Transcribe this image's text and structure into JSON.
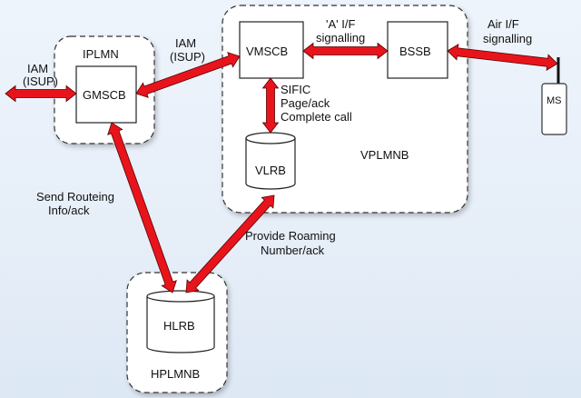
{
  "diagram": {
    "regions": {
      "iplmn": "IPLMN",
      "vplmn": "VPLMNB",
      "hplmn": "HPLMNB"
    },
    "nodes": {
      "gmsc": "GMSCB",
      "vmsc": "VMSCB",
      "bss": "BSSB",
      "vlr": "VLRB",
      "hlr": "HLRB",
      "ms": "MS"
    },
    "links": {
      "iam_in_1": "IAM",
      "iam_in_2": "(ISUP)",
      "iam_mid_1": "IAM",
      "iam_mid_2": "(ISUP)",
      "a_if_1": "'A' I/F",
      "a_if_2": "signalling",
      "air_if_1": "Air I/F",
      "air_if_2": "signalling",
      "sific_1": "SIFIC",
      "sific_2": "Page/ack",
      "sific_3": "Complete call",
      "sri_1": "Send Routeing",
      "sri_2": "Info/ack",
      "prn_1": "Provide Roaming",
      "prn_2": "Number/ack"
    },
    "colors": {
      "arrow": "#e8141c",
      "arrow_outline": "#5a0000",
      "box_fill": "#ffffff",
      "region_border": "#333333",
      "node_border": "#222222"
    }
  }
}
